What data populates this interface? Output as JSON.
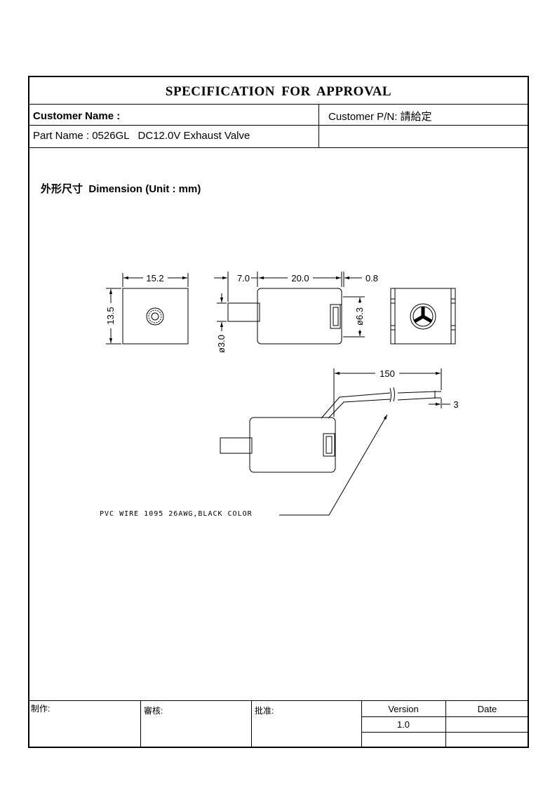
{
  "title": "SPECIFICATION  FOR  APPROVAL",
  "header": {
    "customer_name_label": "Customer Name :",
    "customer_pn_label": "Customer P/N:",
    "customer_pn_value": "請給定",
    "part_name_label": "Part Name :",
    "part_name_value": "0526GL   DC12.0V Exhaust Valve"
  },
  "dimension_heading": {
    "chinese": "外形尺寸",
    "english": "Dimension (Unit : mm)"
  },
  "drawing": {
    "dims": {
      "front_width": "15.2",
      "front_height": "13.5",
      "shaft_length": "7.0",
      "body_length": "20.0",
      "cap_thickness": "0.8",
      "port_diameter": "ø6.3",
      "shaft_diameter": "ø3.0",
      "wire_length": "150",
      "wire_strip": "3"
    },
    "wire_note": "PVC WIRE 1095 26AWG,BLACK COLOR"
  },
  "footer": {
    "made_by": "制作:",
    "reviewed": "審核:",
    "approved": "批准:",
    "version_label": "Version",
    "date_label": "Date",
    "version_value": "1.0",
    "date_value": ""
  }
}
